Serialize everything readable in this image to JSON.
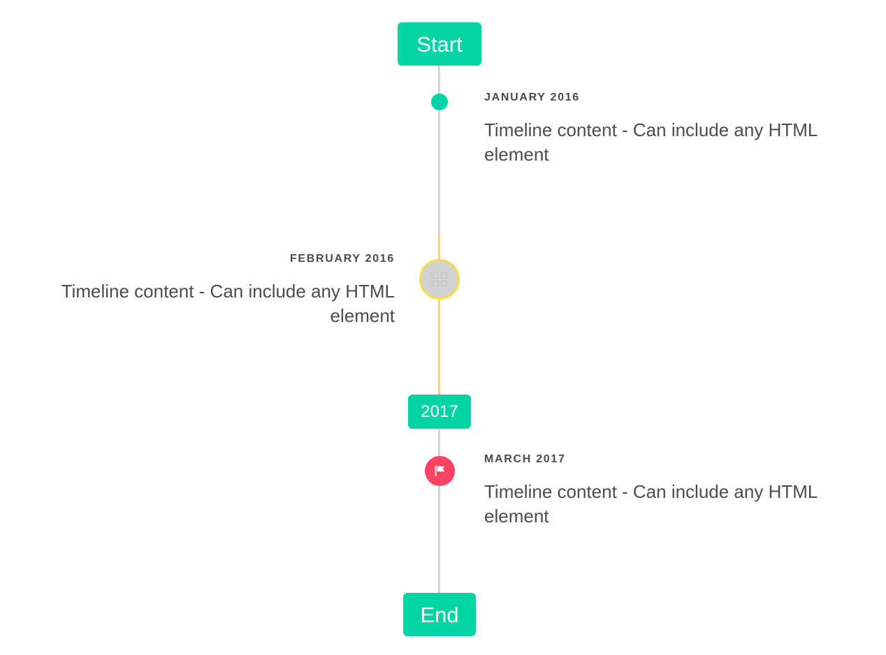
{
  "timeline": {
    "caps": {
      "start_label": "Start",
      "middle_label": "2017",
      "end_label": "End"
    },
    "colors": {
      "accent_teal": "#00d4a4",
      "highlight_yellow": "#fad94e",
      "marker_pink": "#fc4364",
      "line_grey": "#d4d4d4",
      "marker_grey": "#d2d2d2",
      "title_text": "#4a4a4a",
      "body_text": "#4c4c4c",
      "background": "#ffffff"
    },
    "entries": [
      {
        "id": "january-2016",
        "title": "JANUARY 2016",
        "body": "Timeline content - Can include any HTML element",
        "side": "right",
        "marker": "dot"
      },
      {
        "id": "february-2016",
        "title": "FEBRUARY 2016",
        "body": "Timeline content - Can include any HTML element",
        "side": "left",
        "marker": "ring-placeholder"
      },
      {
        "id": "march-2017",
        "title": "MARCH 2017",
        "body": "Timeline content - Can include any HTML element",
        "side": "right",
        "marker": "flag"
      }
    ]
  }
}
